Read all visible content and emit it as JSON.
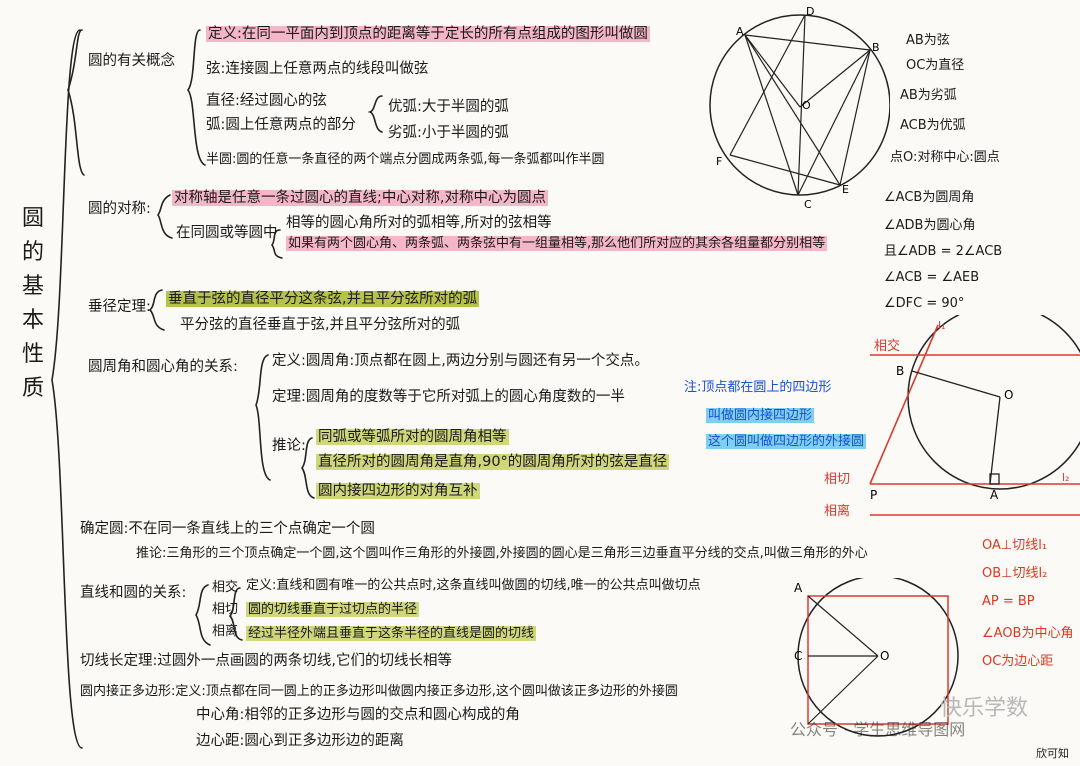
{
  "title_chars": [
    "圆",
    "的",
    "基",
    "本",
    "性",
    "质"
  ],
  "concepts": {
    "heading": "圆的有关概念",
    "def": "定义:在同一平面内到顶点的距离等于定长的所有点组成的图形叫做圆",
    "chord": "弦:连接圆上任意两点的线段叫做弦",
    "diameter": "直径:经过圆心的弦",
    "arc": "弧:圆上任意两点的部分",
    "major_arc": "优弧:大于半圆的弧",
    "minor_arc": "劣弧:小于半圆的弧",
    "semicircle": "半圆:圆的任意一条直径的两个端点分圆成两条弧,每一条弧都叫作半圆"
  },
  "symmetry": {
    "heading": "圆的对称:",
    "axis": "对称轴是任意一条过圆心的直线;中心对称,对称中心为圆点",
    "same_circle": "在同圆或等圆中",
    "equal": "相等的圆心角所对的弧相等,所对的弦相等",
    "if_line": "如果有两个圆心角、两条弧、两条弦中有一组量相等,那么他们所对应的其余各组量都分别相等"
  },
  "perp": {
    "heading": "垂径定理:",
    "l1": "垂直于弦的直径平分这条弦,并且平分弦所对的弧",
    "l2": "平分弦的直径垂直于弦,并且平分弦所对的弧"
  },
  "inscribed": {
    "heading": "圆周角和圆心角的关系:",
    "def": "定义:圆周角:顶点都在圆上,两边分别与圆还有另一个交点。",
    "theorem": "定理:圆周角的度数等于它所对弧上的圆心角度数的一半",
    "cor_label": "推论:",
    "c1": "同弧或等弧所对的圆周角相等",
    "c2": "直径所对的圆周角是直角,90°的圆周角所对的弦是直径",
    "c3": "圆内接四边形的对角互补"
  },
  "determine": {
    "l1": "确定圆:不在同一条直线上的三个点确定一个圆",
    "l2": "推论:三角形的三个顶点确定一个圆,这个圆叫作三角形的外接圆,外接圆的圆心是三角形三边垂直平分线的交点,叫做三角形的外心"
  },
  "line_circle": {
    "heading": "直线和圆的关系:",
    "labels": [
      "相交",
      "相切",
      "相离"
    ],
    "l1": "定义:直线和圆有唯一的公共点时,这条直线叫做圆的切线,唯一的公共点叫做切点",
    "l2": "圆的切线垂直于过切点的半径",
    "l3": "经过半径外端且垂直于这条半径的直线是圆的切线"
  },
  "tangent_len": "切线长定理:过圆外一点画圆的两条切线,它们的切线长相等",
  "polygon": {
    "l1": "圆内接正多边形:定义:顶点都在同一圆上的正多边形叫做圆内接正多边形,这个圆叫做该正多边形的外接圆",
    "l2": "中心角:相邻的正多边形与圆的交点和圆心构成的角",
    "l3": "边心距:圆心到正多边形边的距离"
  },
  "notes_right": [
    "AB为弦",
    "OC为直径",
    "AB为劣弧",
    "ACB为优弧",
    "点O:对称中心:圆点"
  ],
  "angle_notes": [
    "∠ACB为圆周角",
    "∠ADB为圆心角",
    "且∠ADB = 2∠ACB",
    "∠ACB = ∠AEB",
    "∠DFC = 90°"
  ],
  "fig1_labels": [
    "A",
    "D",
    "B",
    "O",
    "F",
    "C",
    "E"
  ],
  "note_blue": [
    "注:顶点都在圆上的四边形",
    "叫做圆内接四边形",
    "这个圆叫做四边形的外接圆"
  ],
  "fig2_labels": [
    "相交",
    "B",
    "O",
    "相切",
    "相离",
    "P",
    "A",
    "l₁",
    "l₂"
  ],
  "fig2_notes": [
    "OA⊥切线l₁",
    "OB⊥切线l₂",
    "AP = BP",
    "∠AOB为中心角",
    "OC为边心距"
  ],
  "fig3_labels": [
    "A",
    "C",
    "O"
  ],
  "watermark": "公众号 · 学生思维导图网",
  "watermark2": "快乐学数",
  "corner": "欣可知"
}
